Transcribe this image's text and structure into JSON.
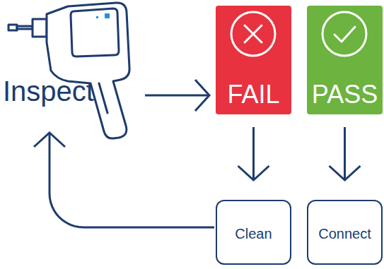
{
  "diagram": {
    "nodes": [
      {
        "text": [
          "Inspect"
        ]
      },
      {
        "text": [
          "FAIL"
        ]
      },
      {
        "text": [
          "PASS"
        ]
      },
      {
        "text": [
          "Clean"
        ]
      },
      {
        "text": [
          "Connect"
        ]
      }
    ],
    "edges": [
      {
        "from": 0,
        "to": 1,
        "arrow": "to"
      },
      {
        "from": 1,
        "to": 3,
        "arrow": "to"
      },
      {
        "from": 2,
        "to": 4,
        "arrow": "to"
      },
      {
        "from": 3,
        "to": 0,
        "arrow": "to"
      }
    ]
  }
}
